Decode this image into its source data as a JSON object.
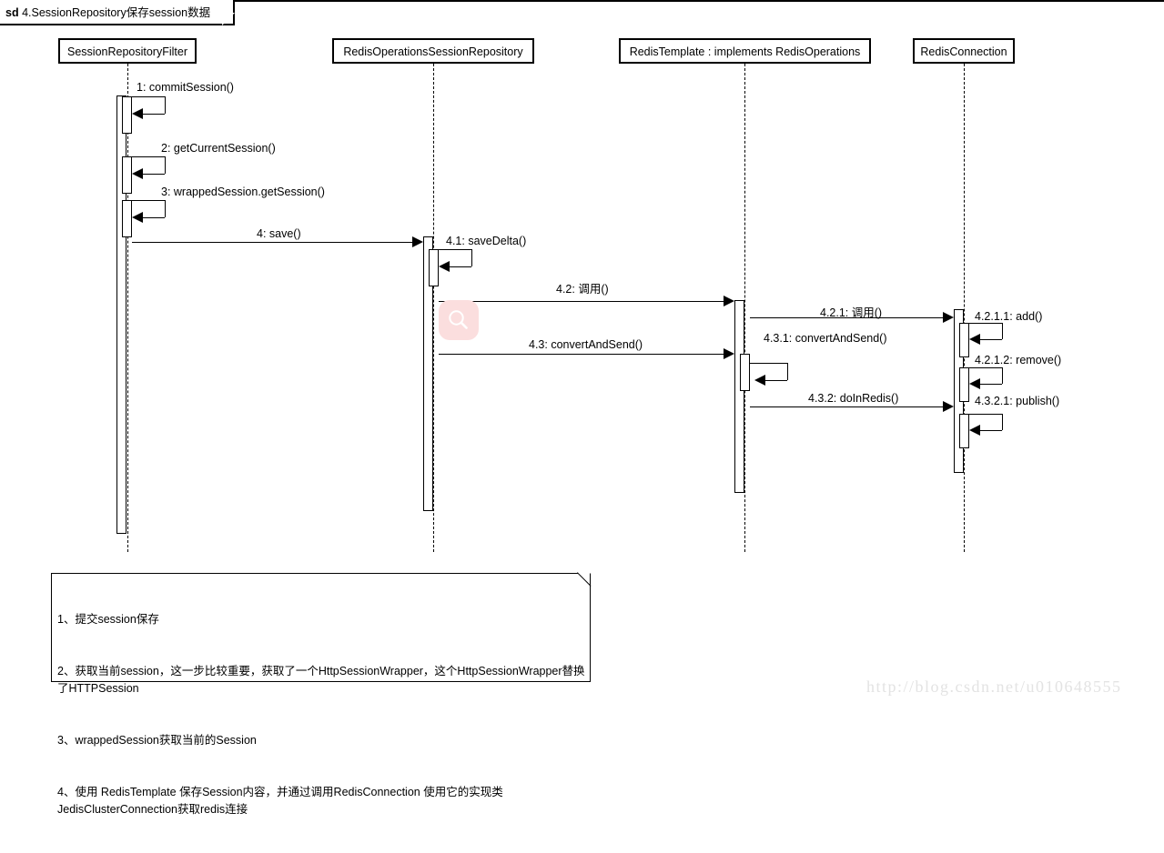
{
  "frame": {
    "keyword": "sd",
    "title": "4.SessionRepository保存session数据"
  },
  "lifelines": [
    {
      "id": "filter",
      "name": "SessionRepositoryFilter"
    },
    {
      "id": "repository",
      "name": "RedisOperationsSessionRepository"
    },
    {
      "id": "template",
      "name": "RedisTemplate : implements RedisOperations"
    },
    {
      "id": "connection",
      "name": "RedisConnection"
    }
  ],
  "messages": [
    {
      "id": "m1",
      "label": "1: commitSession()",
      "kind": "self",
      "from": "filter",
      "to": "filter"
    },
    {
      "id": "m2",
      "label": "2: getCurrentSession()",
      "kind": "self",
      "from": "filter",
      "to": "filter"
    },
    {
      "id": "m3",
      "label": "3: wrappedSession.getSession()",
      "kind": "self",
      "from": "filter",
      "to": "filter"
    },
    {
      "id": "m4",
      "label": "4: save()",
      "kind": "call",
      "from": "filter",
      "to": "repository"
    },
    {
      "id": "m41",
      "label": "4.1: saveDelta()",
      "kind": "self",
      "from": "repository",
      "to": "repository"
    },
    {
      "id": "m42",
      "label": "4.2: 调用()",
      "kind": "call",
      "from": "repository",
      "to": "template"
    },
    {
      "id": "m421",
      "label": "4.2.1: 调用()",
      "kind": "call",
      "from": "template",
      "to": "connection"
    },
    {
      "id": "m4211",
      "label": "4.2.1.1: add()",
      "kind": "self",
      "from": "connection",
      "to": "connection"
    },
    {
      "id": "m43",
      "label": "4.3: convertAndSend()",
      "kind": "call",
      "from": "repository",
      "to": "template"
    },
    {
      "id": "m431",
      "label": "4.3.1: convertAndSend()",
      "kind": "self",
      "from": "template",
      "to": "template"
    },
    {
      "id": "m4212",
      "label": "4.2.1.2: remove()",
      "kind": "self",
      "from": "connection",
      "to": "connection"
    },
    {
      "id": "m4321",
      "label": "4.3.2.1: publish()",
      "kind": "self",
      "from": "connection",
      "to": "connection"
    },
    {
      "id": "m432",
      "label": "4.3.2: doInRedis()",
      "kind": "call",
      "from": "template",
      "to": "connection"
    }
  ],
  "note": {
    "lines": [
      "1、提交session保存",
      "2、获取当前session，这一步比较重要，获取了一个HttpSessionWrapper，这个HttpSessionWrapper替换了HTTPSession",
      "3、wrappedSession获取当前的Session",
      "4、使用 RedisTemplate 保存Session内容，并通过调用RedisConnection 使用它的实现类JedisClusterConnection获取redis连接"
    ]
  },
  "watermarks": {
    "url": "http://blog.csdn.net/u010648555",
    "badge_icon": "search-icon",
    "badge_color": "#fbdede"
  }
}
